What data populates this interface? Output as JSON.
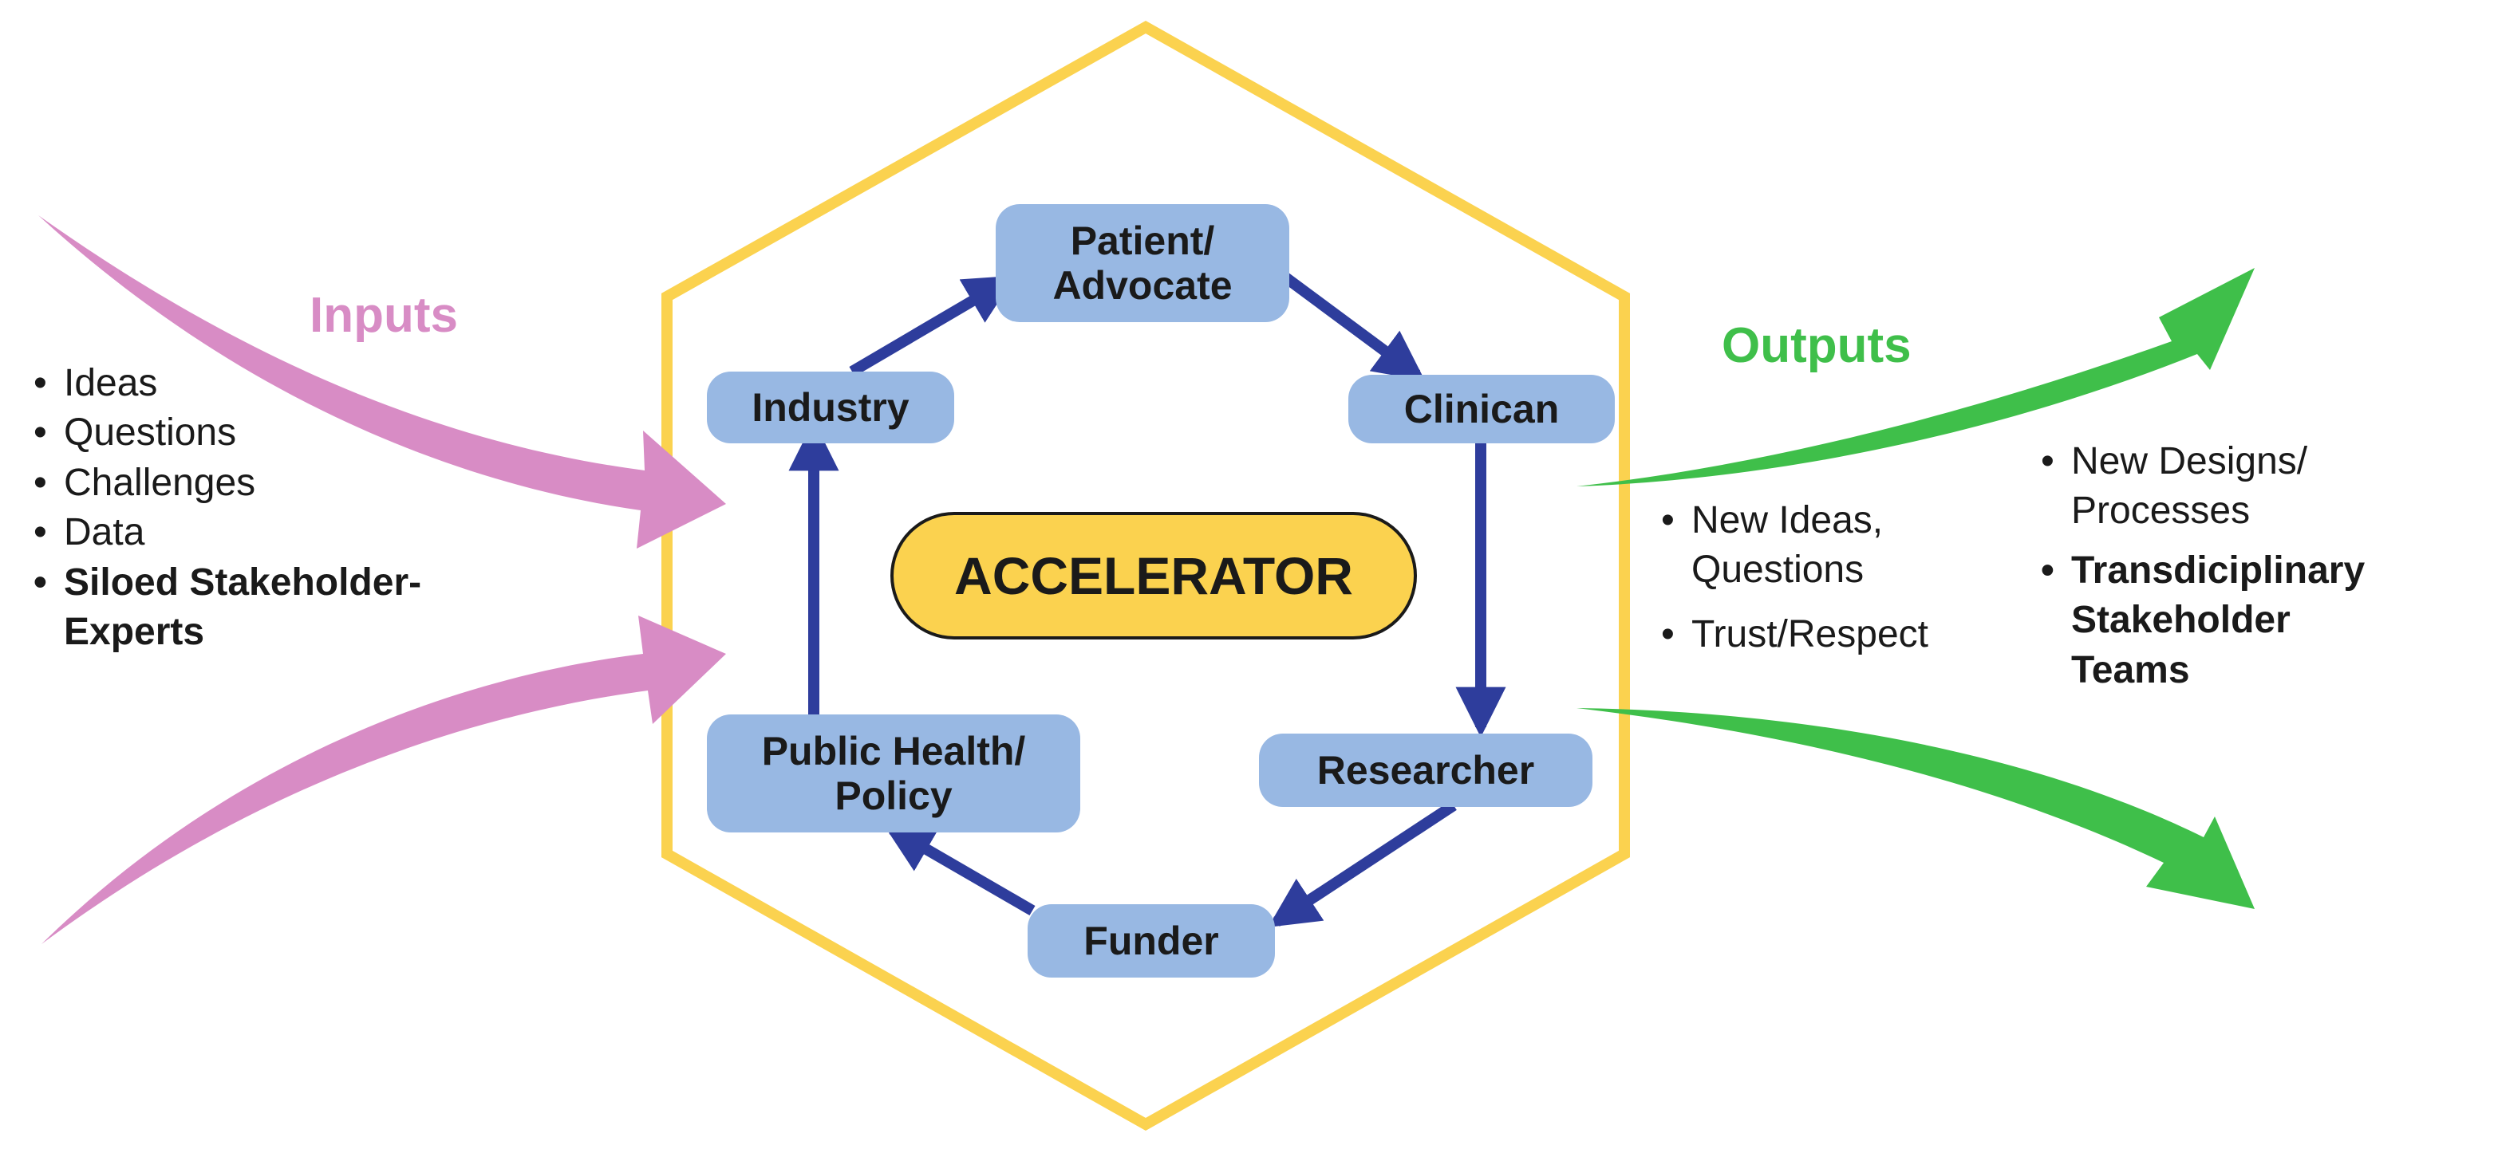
{
  "colors": {
    "hexagon": "#fbd24f",
    "node_fill": "#98b8e3",
    "cycle_arrow": "#2e3d9c",
    "inputs": "#d88cc5",
    "outputs": "#3fbf4a",
    "accelerator_fill": "#fbd24f"
  },
  "inputs": {
    "title": "Inputs",
    "items": [
      {
        "lines": [
          "Ideas"
        ],
        "bold": false
      },
      {
        "lines": [
          "Questions"
        ],
        "bold": false
      },
      {
        "lines": [
          "Challenges"
        ],
        "bold": false
      },
      {
        "lines": [
          "Data"
        ],
        "bold": false
      },
      {
        "lines": [
          "Siloed Stakeholder-",
          "Experts"
        ],
        "bold": true
      }
    ]
  },
  "outputs": {
    "title": "Outputs",
    "inner_items": [
      {
        "lines": [
          "New Ideas,",
          "Questions"
        ],
        "bold": false
      },
      {
        "lines": [
          "Trust/Respect"
        ],
        "bold": false
      }
    ],
    "outer_items": [
      {
        "lines": [
          "New Designs/",
          "Processes"
        ],
        "bold": false
      },
      {
        "lines": [
          "Transdiciplinary",
          "Stakeholder",
          "Teams"
        ],
        "bold": true
      }
    ]
  },
  "center_label": "ACCELERATOR",
  "cycle_nodes": {
    "patient": [
      "Patient/",
      "Advocate"
    ],
    "clinician": [
      "Clinican"
    ],
    "researcher": [
      "Researcher"
    ],
    "funder": [
      "Funder"
    ],
    "public_health": [
      "Public Health/",
      "Policy"
    ],
    "industry": [
      "Industry"
    ]
  }
}
